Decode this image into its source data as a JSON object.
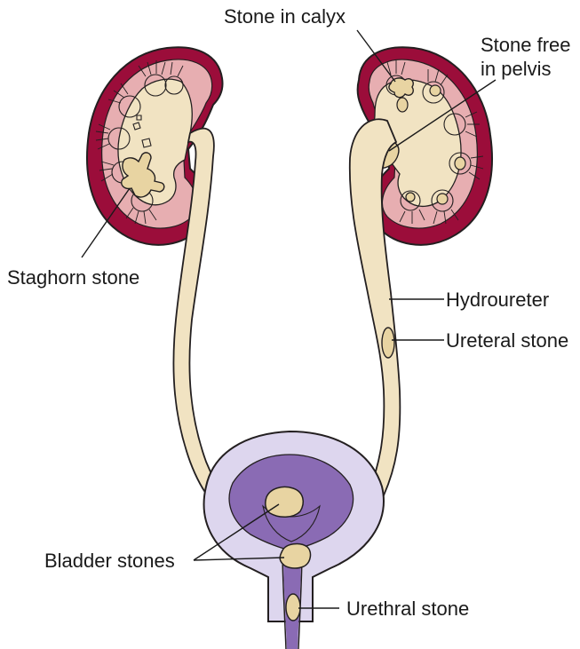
{
  "labels": {
    "stone_in_calyx": "Stone in calyx",
    "stone_free_line1": "Stone free",
    "stone_free_line2": "in pelvis",
    "staghorn_stone": "Staghorn stone",
    "hydroureter": "Hydroureter",
    "ureteral_stone": "Ureteral stone",
    "bladder_stones": "Bladder stones",
    "urethral_stone": "Urethral stone"
  },
  "colors": {
    "cortex": "#9b0d3a",
    "medulla": "#e7aeb1",
    "pelvis": "#f1e3c2",
    "stone": "#e8d4a2",
    "bladder_outer": "#ddd6ee",
    "bladder_inner": "#8a6bb4",
    "outline": "#231f20"
  }
}
